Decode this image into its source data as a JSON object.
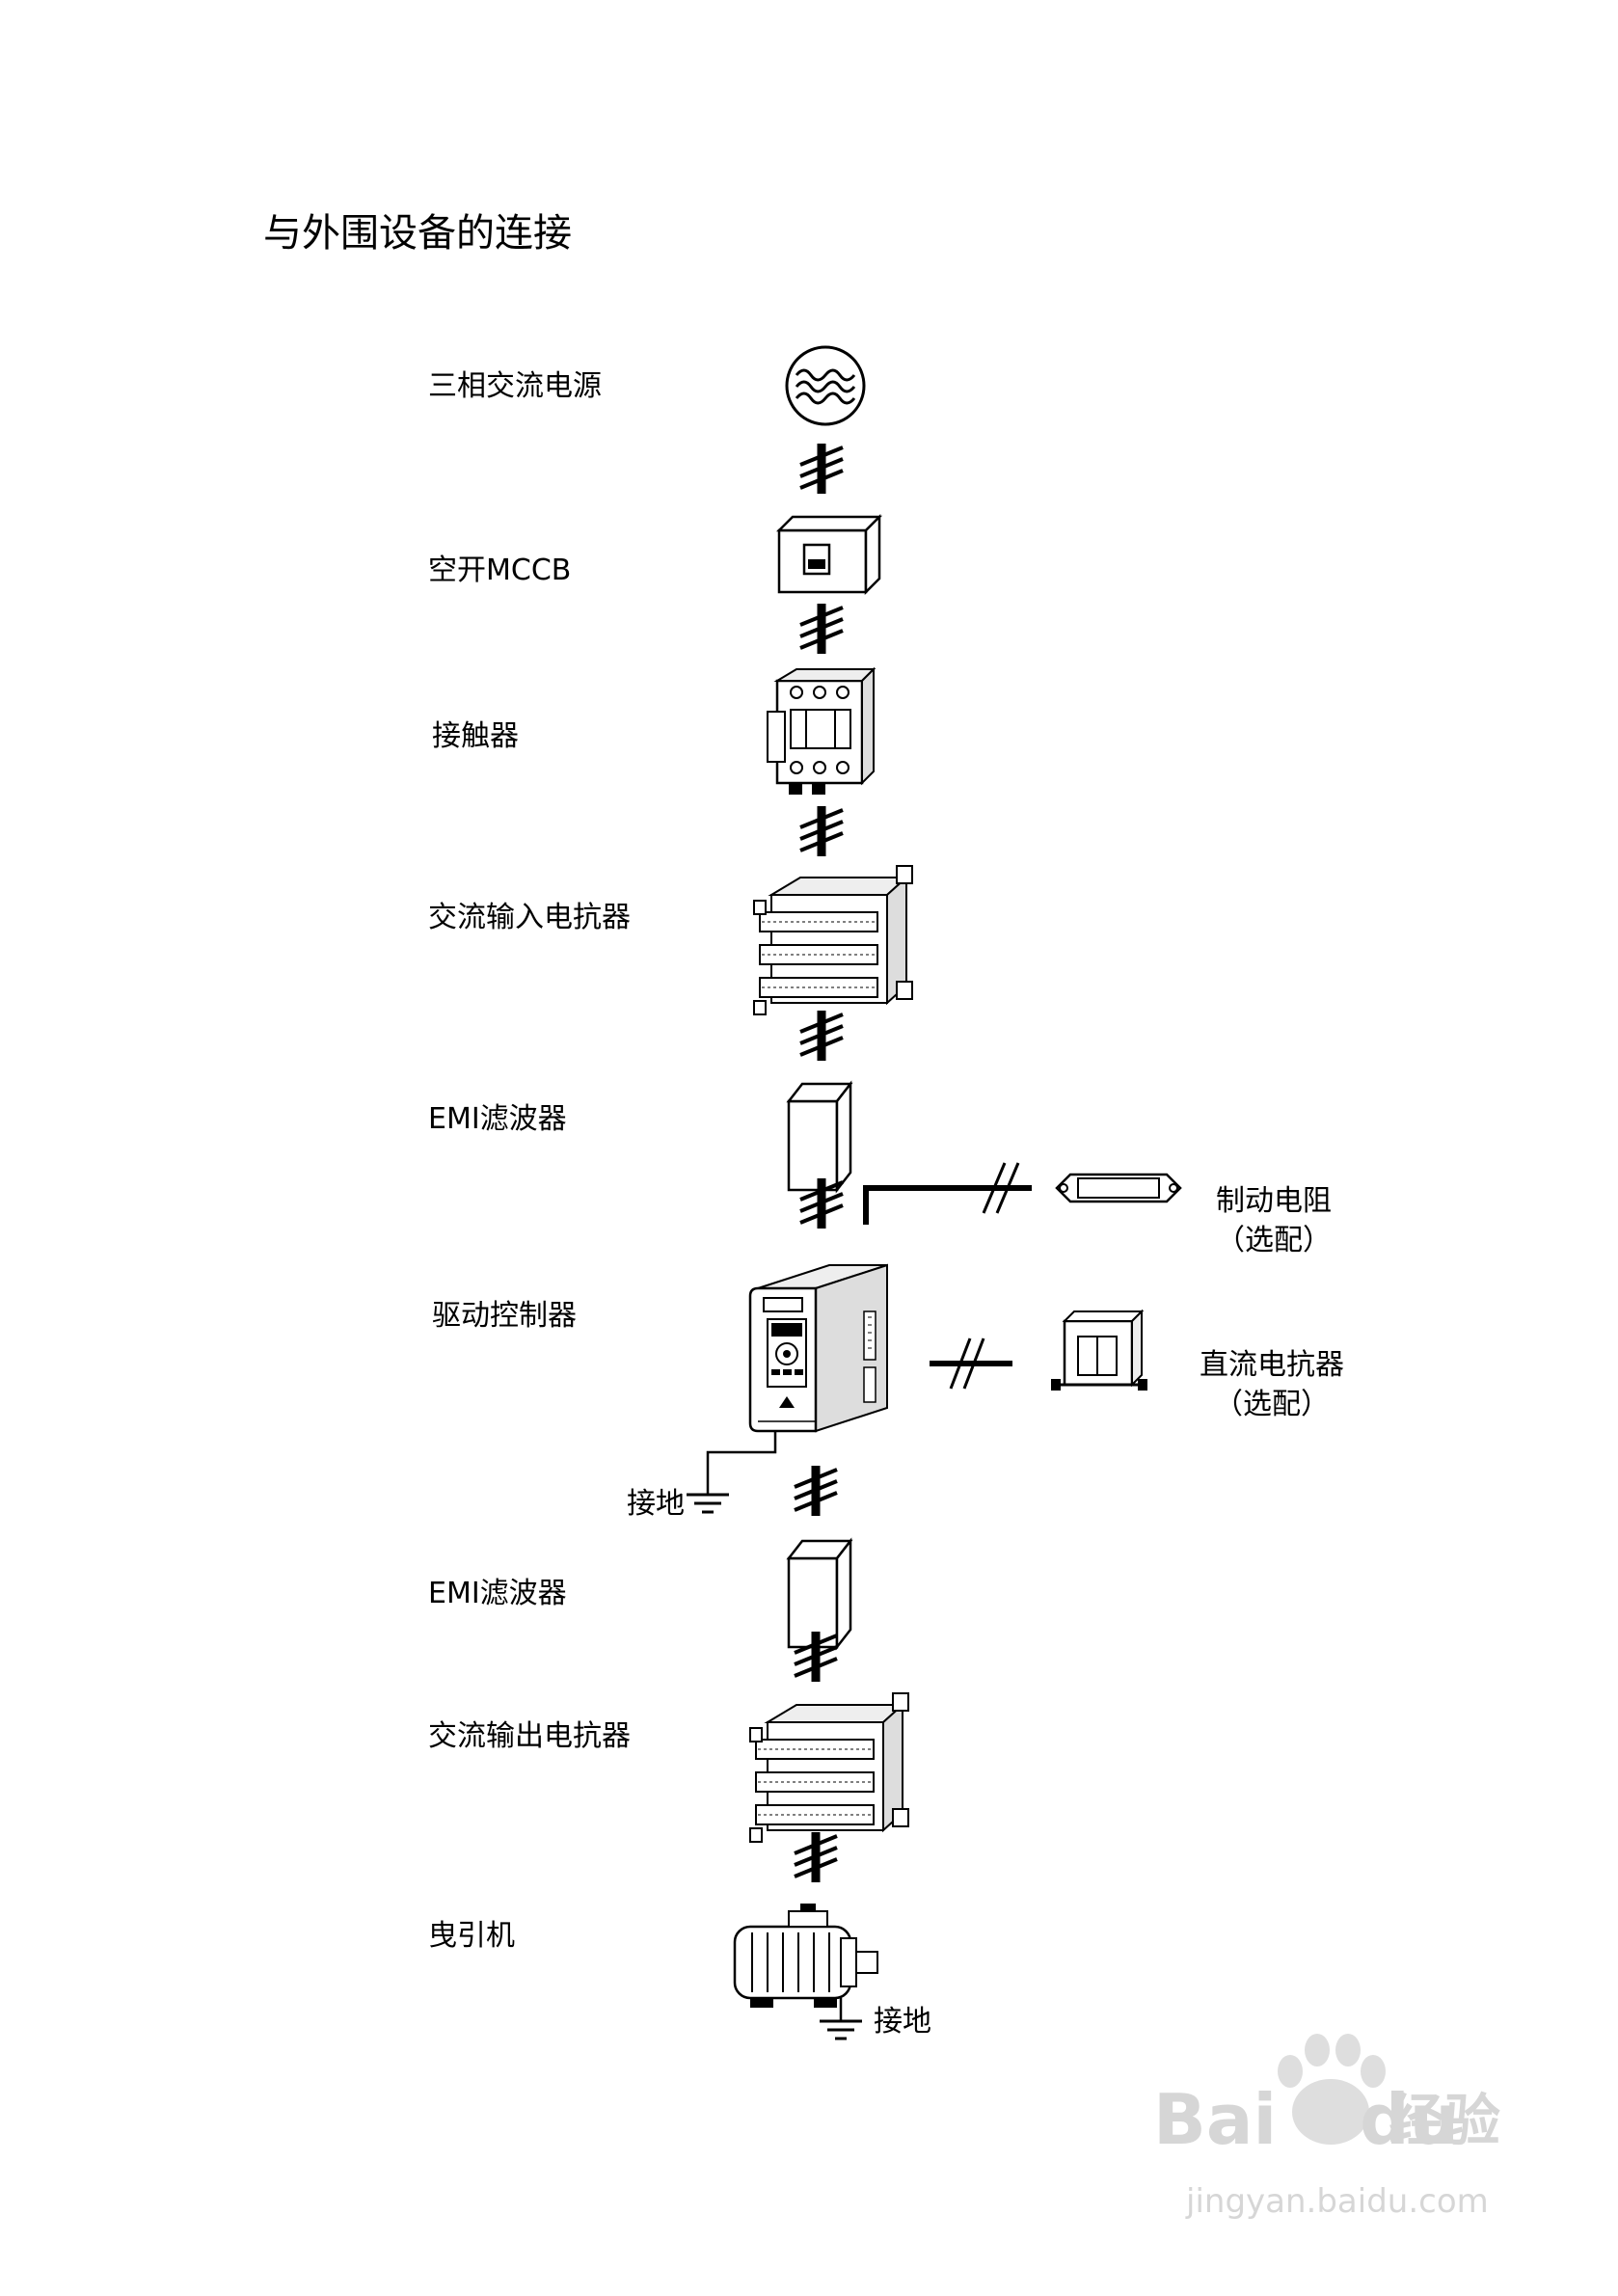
{
  "title": "与外围设备的连接",
  "components": {
    "power_source": "三相交流电源",
    "mccb": "空开MCCB",
    "contactor": "接触器",
    "ac_input_reactor": "交流输入电抗器",
    "emi_filter_input": "EMI滤波器",
    "drive_controller": "驱动控制器",
    "emi_filter_output": "EMI滤波器",
    "ac_output_reactor": "交流输出电抗器",
    "traction_machine": "曳引机"
  },
  "optional": {
    "brake_resistor": "制动电阻",
    "brake_resistor_note": "（选配）",
    "dc_reactor": "直流电抗器",
    "dc_reactor_note": "（选配）"
  },
  "ground": {
    "drive_ground": "接地",
    "motor_ground": "接地"
  },
  "watermark": {
    "brand": "Bai",
    "brand2": "du",
    "suffix": "经验",
    "url": "jingyan.baidu.com"
  }
}
